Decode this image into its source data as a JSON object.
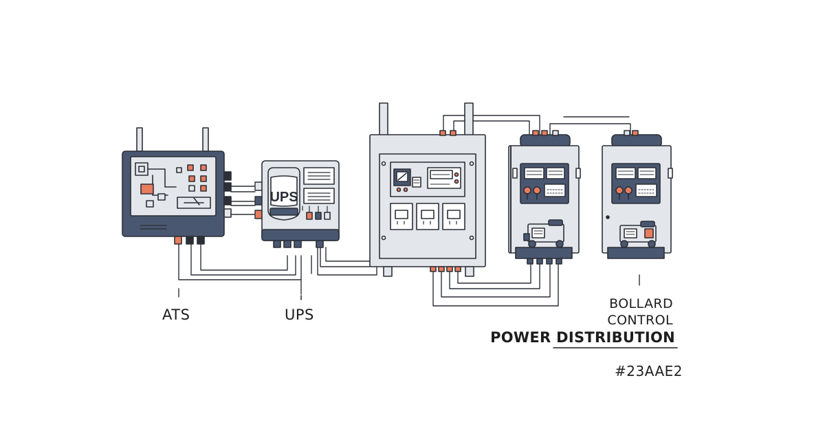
{
  "ups_logo": "UPS",
  "labels": {
    "ats": "ATS",
    "ups": "UPS",
    "bollard_line1": "BOLLARD",
    "bollard_line2": "CONTROL",
    "title": "POWER DISTRIBUTION",
    "tag": "#23AAE2"
  },
  "colors": {
    "dark_blue": "#4a5770",
    "light_grey": "#e3e6ea",
    "accent_orange": "#e87c5f",
    "stroke": "#2b2f37"
  }
}
